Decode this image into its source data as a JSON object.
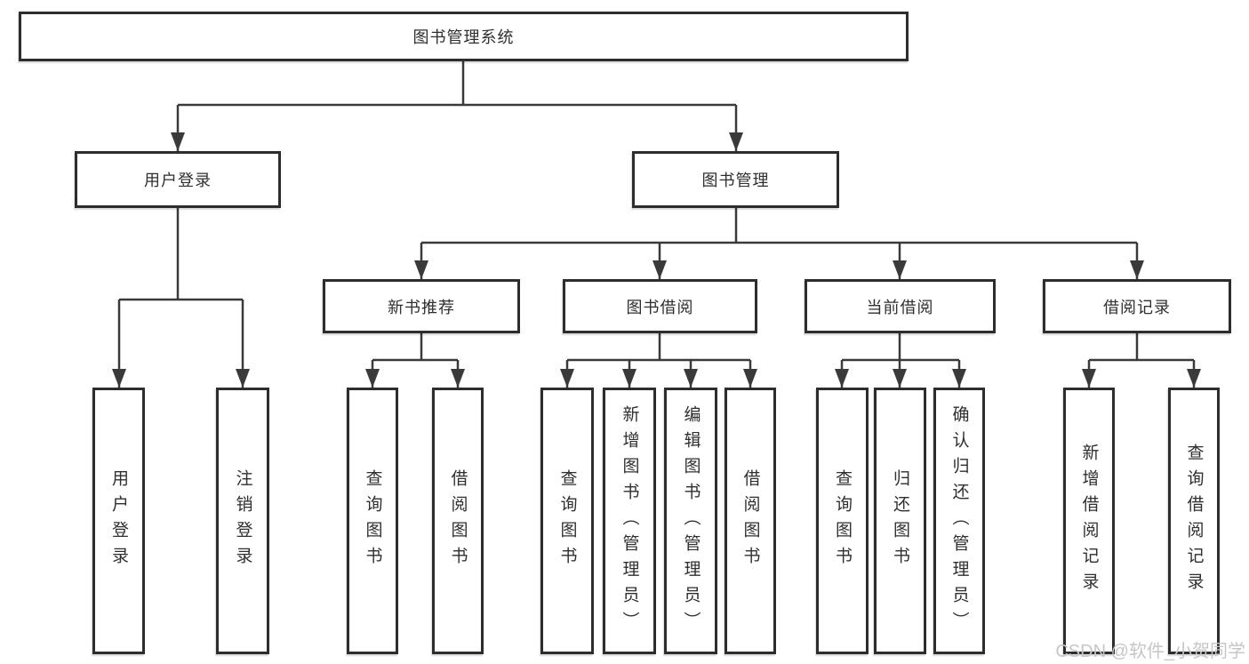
{
  "diagram": {
    "type": "hierarchy-tree",
    "nodes": {
      "root": "图书管理系统",
      "level2": [
        "用户登录",
        "图书管理"
      ],
      "level3": [
        "新书推荐",
        "图书借阅",
        "当前借阅",
        "借阅记录"
      ],
      "login_children": [
        "用户登录",
        "注销登录"
      ],
      "recommend_children": [
        "查询图书",
        "借阅图书"
      ],
      "borrow_children": [
        "查询图书",
        "新增图书（管理员）",
        "编辑图书（管理员）",
        "借阅图书"
      ],
      "current_children": [
        "查询图书",
        "归还图书",
        "确认归还（管理员）"
      ],
      "record_children": [
        "新增借阅记录",
        "查询借阅记录"
      ]
    }
  },
  "watermark": {
    "text": "CSDN @软件_小贺同学"
  },
  "colors": {
    "line": "#3a3a3a",
    "box_border": "#2d2d2d",
    "text": "#2f2f2f",
    "background": "#ffffff",
    "watermark_text": "#c6c6c6"
  }
}
